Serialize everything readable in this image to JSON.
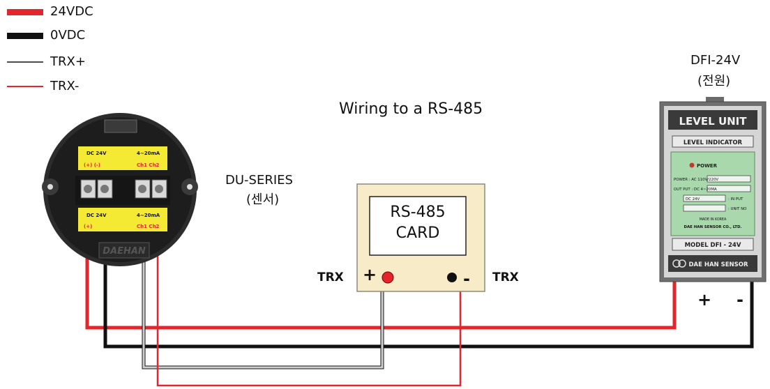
{
  "legend": [
    {
      "label": "24VDC",
      "color": "#e3262b",
      "thick": true
    },
    {
      "label": "0VDC",
      "color": "#111111",
      "thick": true
    },
    {
      "label": "TRX+",
      "color": "#a9a9a9",
      "thick": false
    },
    {
      "label": "TRX-",
      "color": "#e3262b",
      "thick": false
    }
  ],
  "diagram_title": "Wiring to a RS-485",
  "sensor": {
    "name": "DU-SERIES",
    "subtitle": "(센서)",
    "top_left": "DC 24V",
    "top_right": "4~20mA",
    "top_left_polarity": "(+)  (-)",
    "top_right_channels": "Ch1  Ch2",
    "bottom_left": "DC 24V",
    "bottom_right": "4~20mA",
    "bottom_left_polarity": "(+)",
    "bottom_right_channels": "Ch1  Ch2",
    "brand_mark": "DAEHAN"
  },
  "card": {
    "line1": "RS-485",
    "line2": "CARD",
    "left_label": "TRX",
    "right_label": "TRX",
    "plus": "+",
    "minus": "-"
  },
  "power": {
    "name": "DFI-24V",
    "subtitle": "(전원)",
    "header": "LEVEL UNIT",
    "indicator": "LEVEL INDICATOR",
    "power_led": "POWER",
    "spec1": "POWER :  AC 110V/220V",
    "spec2": "OUT PUT :  DC 4~20MA",
    "spec3": "DC 24V",
    "spec3_tail": ": IN PUT",
    "spec4_tail": ": UNIT NO",
    "made": "MADE IN KOREA",
    "company": "DAE HAN SENSOR CO., LTD.",
    "model": "MODEL   DFI - 24V",
    "brand": "DAE HAN SENSOR",
    "plus": "+",
    "minus": "-"
  },
  "colors": {
    "red": "#e3262b",
    "black": "#111111",
    "gray": "#b5b5b5",
    "card_face": "#f8ebc8",
    "unit_face": "#a9d8ad",
    "sensor_yellow": "#f4ea33"
  }
}
